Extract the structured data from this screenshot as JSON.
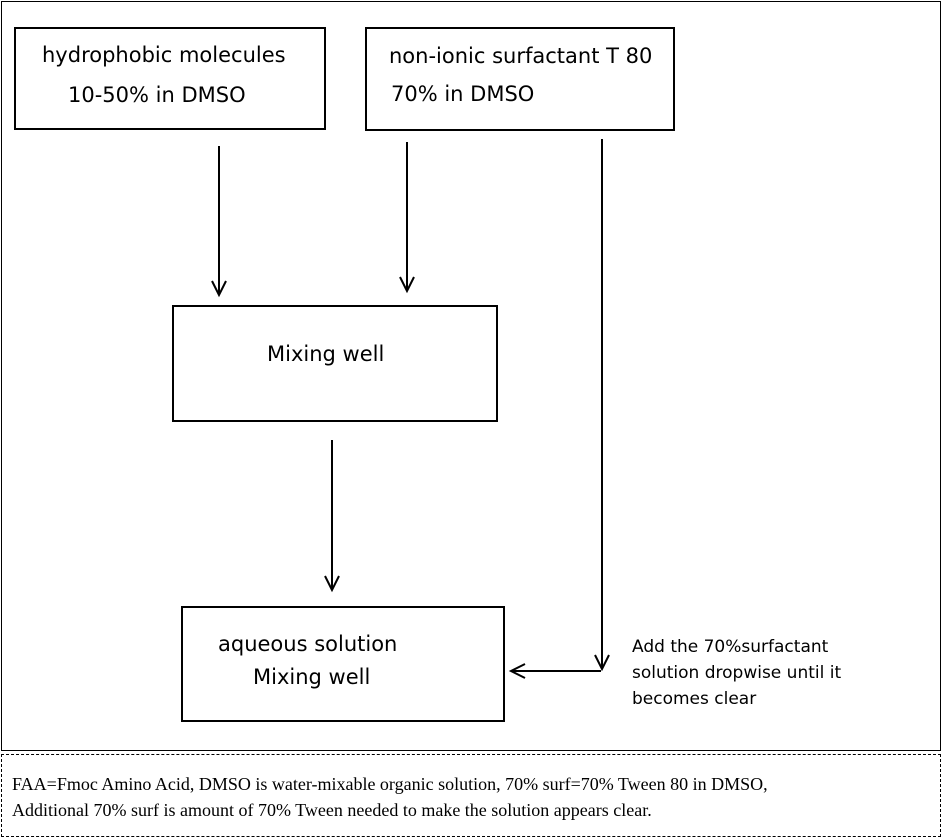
{
  "diagram": {
    "box_hydrophobic": {
      "line1": "hydrophobic molecules",
      "line2": "10-50% in DMSO"
    },
    "box_surfactant": {
      "line1": "non-ionic surfactant T 80",
      "line2": "70% in DMSO"
    },
    "box_mixing": {
      "label": "Mixing well"
    },
    "box_aqueous": {
      "line1": "aqueous solution",
      "line2": "Mixing well"
    },
    "side_note": {
      "line1": "Add the 70%surfactant",
      "line2": "solution dropwise until it",
      "line3": "becomes clear"
    }
  },
  "caption": {
    "line1": "FAA=Fmoc Amino Acid, DMSO is water-mixable organic solution, 70% surf=70% Tween 80 in DMSO,",
    "line2": "Additional 70% surf is amount of 70% Tween needed to make the solution appears clear."
  }
}
